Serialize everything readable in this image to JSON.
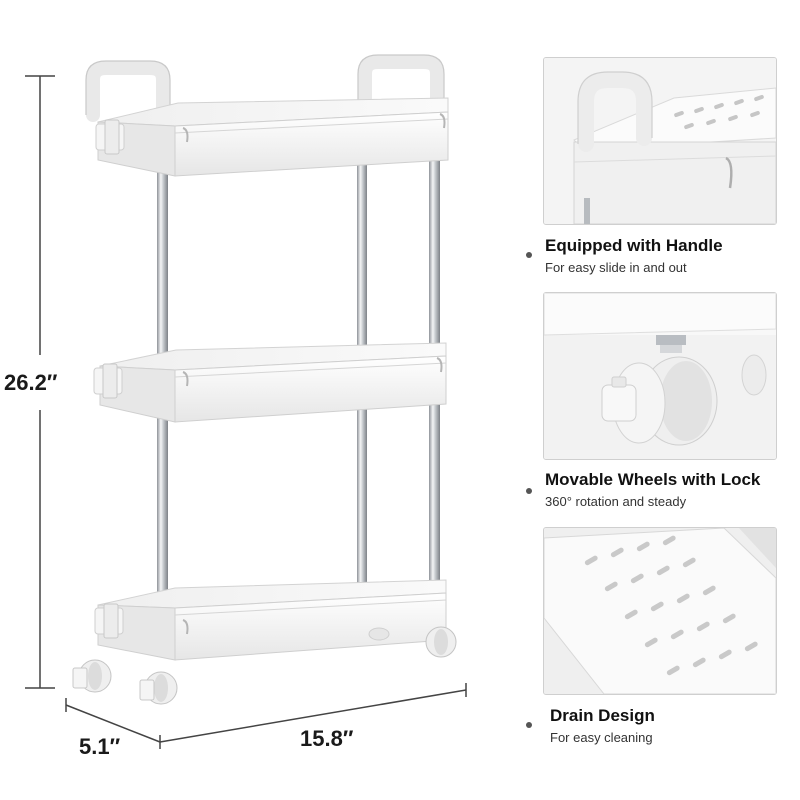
{
  "dimensions": {
    "height": "26.2″",
    "depth": "5.1″",
    "width": "15.8″"
  },
  "features": [
    {
      "title": "Equipped with Handle",
      "subtitle": "For easy slide in and out"
    },
    {
      "title": "Movable Wheels with Lock",
      "subtitle": "360° rotation and steady"
    },
    {
      "title": "Drain Design",
      "subtitle": "For easy cleaning"
    }
  ],
  "colors": {
    "shelf_white": "#f4f4f4",
    "shelf_shadow": "#dcdcdc",
    "pole_steel": "#b9bdc2",
    "dimension_line": "#444444",
    "panel_border": "#cfcfcf"
  }
}
